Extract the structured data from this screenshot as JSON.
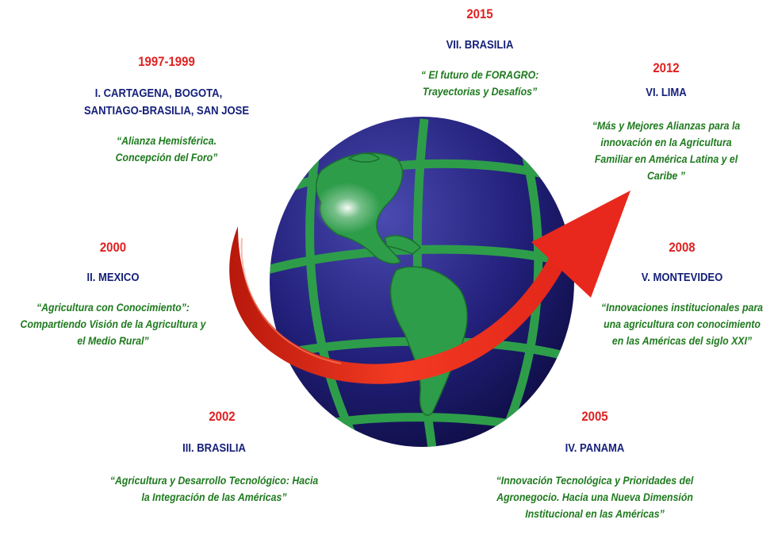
{
  "meetings": [
    {
      "id": "m1",
      "year": "1997-1999",
      "title_lines": [
        "I.     CARTAGENA, BOGOTA,",
        "SANTIAGO-BRASILIA, SAN JOSE"
      ],
      "quote_lines": [
        "“Alianza Hemisférica.",
        "Concepción del Foro”"
      ]
    },
    {
      "id": "m2",
      "year": "2000",
      "title_lines": [
        "II. MEXICO"
      ],
      "quote_lines": [
        "“Agricultura con Conocimiento”:",
        "Compartiendo Visión de la Agricultura y",
        "el Medio Rural”"
      ]
    },
    {
      "id": "m3",
      "year": "2002",
      "title_lines": [
        "III. BRASILIA"
      ],
      "quote_lines": [
        "“Agricultura y Desarrollo Tecnológico: Hacia",
        "la Integración de las Américas”"
      ]
    },
    {
      "id": "m4",
      "year": "2005",
      "title_lines": [
        "IV. PANAMA"
      ],
      "quote_lines": [
        "“Innovación Tecnológica y Prioridades del",
        "Agronegocio. Hacia una Nueva Dimensión",
        "Institucional en las Américas”"
      ]
    },
    {
      "id": "m5",
      "year": "2008",
      "title_lines": [
        "V. MONTEVIDEO"
      ],
      "quote_lines": [
        "“Innovaciones institucionales para",
        "una agricultura con conocimiento",
        "en las Américas del siglo XXI”"
      ]
    },
    {
      "id": "m6",
      "year": "2012",
      "title_lines": [
        "VI.  LIMA"
      ],
      "quote_lines": [
        "“Más y Mejores Alianzas para la",
        "innovación en la Agricultura",
        "Familiar  en América Latina y el",
        "Caribe ”"
      ]
    },
    {
      "id": "m7",
      "year": "2015",
      "title_lines": [
        "VII. BRASILIA"
      ],
      "quote_lines": [
        "“ El futuro de  FORAGRO:",
        "Trayectorias y Desafíos”"
      ]
    }
  ],
  "colors": {
    "year": "#e02020",
    "title": "#15207a",
    "quote": "#1e7a1e",
    "globe_ocean": "#1c1a6b",
    "globe_land": "#2e9d4a",
    "arrow": "#e8281c"
  },
  "graphic": {
    "globe_icon": "globe-americas-icon",
    "arrow_icon": "curved-arrow-icon"
  }
}
